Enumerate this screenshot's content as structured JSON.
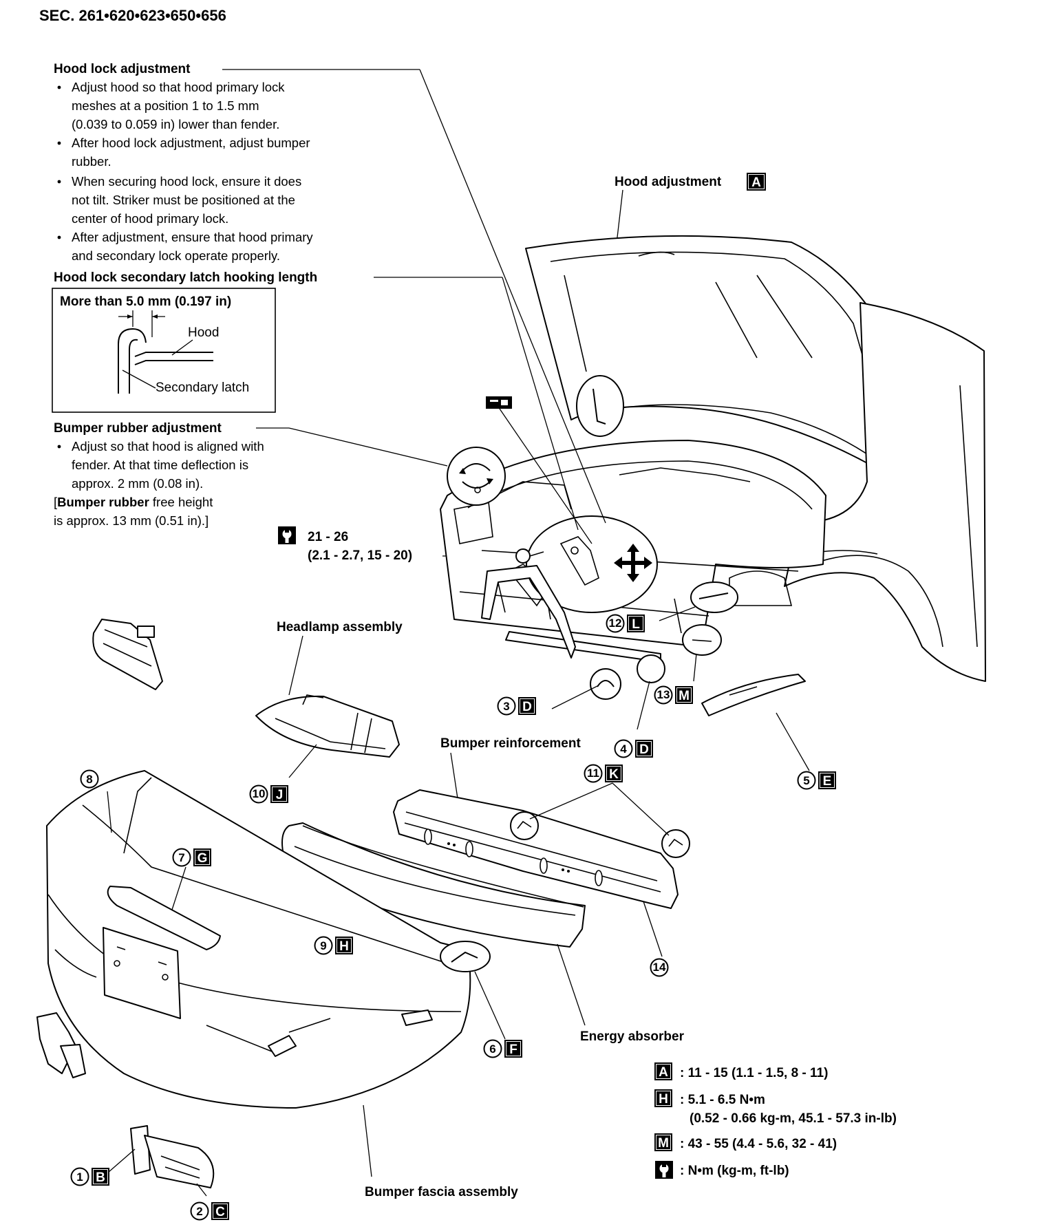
{
  "section": "SEC. 261•620•623•650•656",
  "hood_lock": {
    "title": "Hood lock adjustment",
    "bullets": [
      [
        "Adjust hood so that hood primary lock",
        "meshes at a position 1 to 1.5 mm",
        "(0.039 to 0.059 in) lower than fender."
      ],
      [
        "After hood lock adjustment, adjust bumper",
        "rubber."
      ],
      [
        "When securing hood lock, ensure it does",
        "not tilt. Striker must be positioned at the",
        "center of hood primary lock."
      ],
      [
        "After adjustment, ensure that hood primary",
        "and secondary lock operate properly."
      ]
    ]
  },
  "secondary_latch": {
    "title": "Hood lock secondary latch hooking length",
    "box_title": "More than 5.0 mm (0.197 in)",
    "hood_label": "Hood",
    "latch_label": "Secondary latch"
  },
  "bumper_rubber": {
    "title": "Bumper rubber adjustment",
    "bullet": [
      "Adjust so that hood is aligned with",
      "fender. At that time deflection is",
      "approx. 2 mm (0.08 in)."
    ],
    "note_bold": "Bumper rubber",
    "note_line1_rest": " free height",
    "note_open": "[",
    "note_line2": "is approx. 13 mm (0.51 in).]"
  },
  "torque_callout": {
    "line1": "21 - 26",
    "line2": "(2.1 - 2.7, 15 - 20)"
  },
  "labels": {
    "hood_adjustment": "Hood adjustment",
    "headlamp_assembly": "Headlamp assembly",
    "bumper_reinforcement": "Bumper reinforcement",
    "energy_absorber": "Energy absorber",
    "bumper_fascia_assembly": "Bumper fascia assembly"
  },
  "callouts": [
    {
      "id": "c1",
      "num": "1",
      "letter": "B"
    },
    {
      "id": "c2",
      "num": "2",
      "letter": "C"
    },
    {
      "id": "c3",
      "num": "3",
      "letter": "D"
    },
    {
      "id": "c4",
      "num": "4",
      "letter": "D"
    },
    {
      "id": "c5",
      "num": "5",
      "letter": "E"
    },
    {
      "id": "c6",
      "num": "6",
      "letter": "F"
    },
    {
      "id": "c7",
      "num": "7",
      "letter": "G"
    },
    {
      "id": "c8",
      "num": "8",
      "letter": ""
    },
    {
      "id": "c9",
      "num": "9",
      "letter": "H"
    },
    {
      "id": "c10",
      "num": "10",
      "letter": "J"
    },
    {
      "id": "c11",
      "num": "11",
      "letter": "K"
    },
    {
      "id": "c12",
      "num": "12",
      "letter": "L"
    },
    {
      "id": "c13",
      "num": "13",
      "letter": "M"
    },
    {
      "id": "c14",
      "num": "14",
      "letter": ""
    }
  ],
  "hood_adjustment_letter": "A",
  "legend": [
    {
      "key": "A",
      "lines": [
        ": 11 - 15 (1.1 - 1.5, 8 - 11)"
      ]
    },
    {
      "key": "H",
      "lines": [
        ": 5.1 - 6.5 N•m",
        "(0.52 - 0.66 kg-m, 45.1 - 57.3 in-lb)"
      ]
    },
    {
      "key": "M",
      "lines": [
        ": 43 - 55 (4.4 - 5.6, 32 - 41)"
      ]
    },
    {
      "key": "wrench-icon",
      "lines": [
        ": N•m (kg-m, ft-lb)"
      ]
    }
  ]
}
